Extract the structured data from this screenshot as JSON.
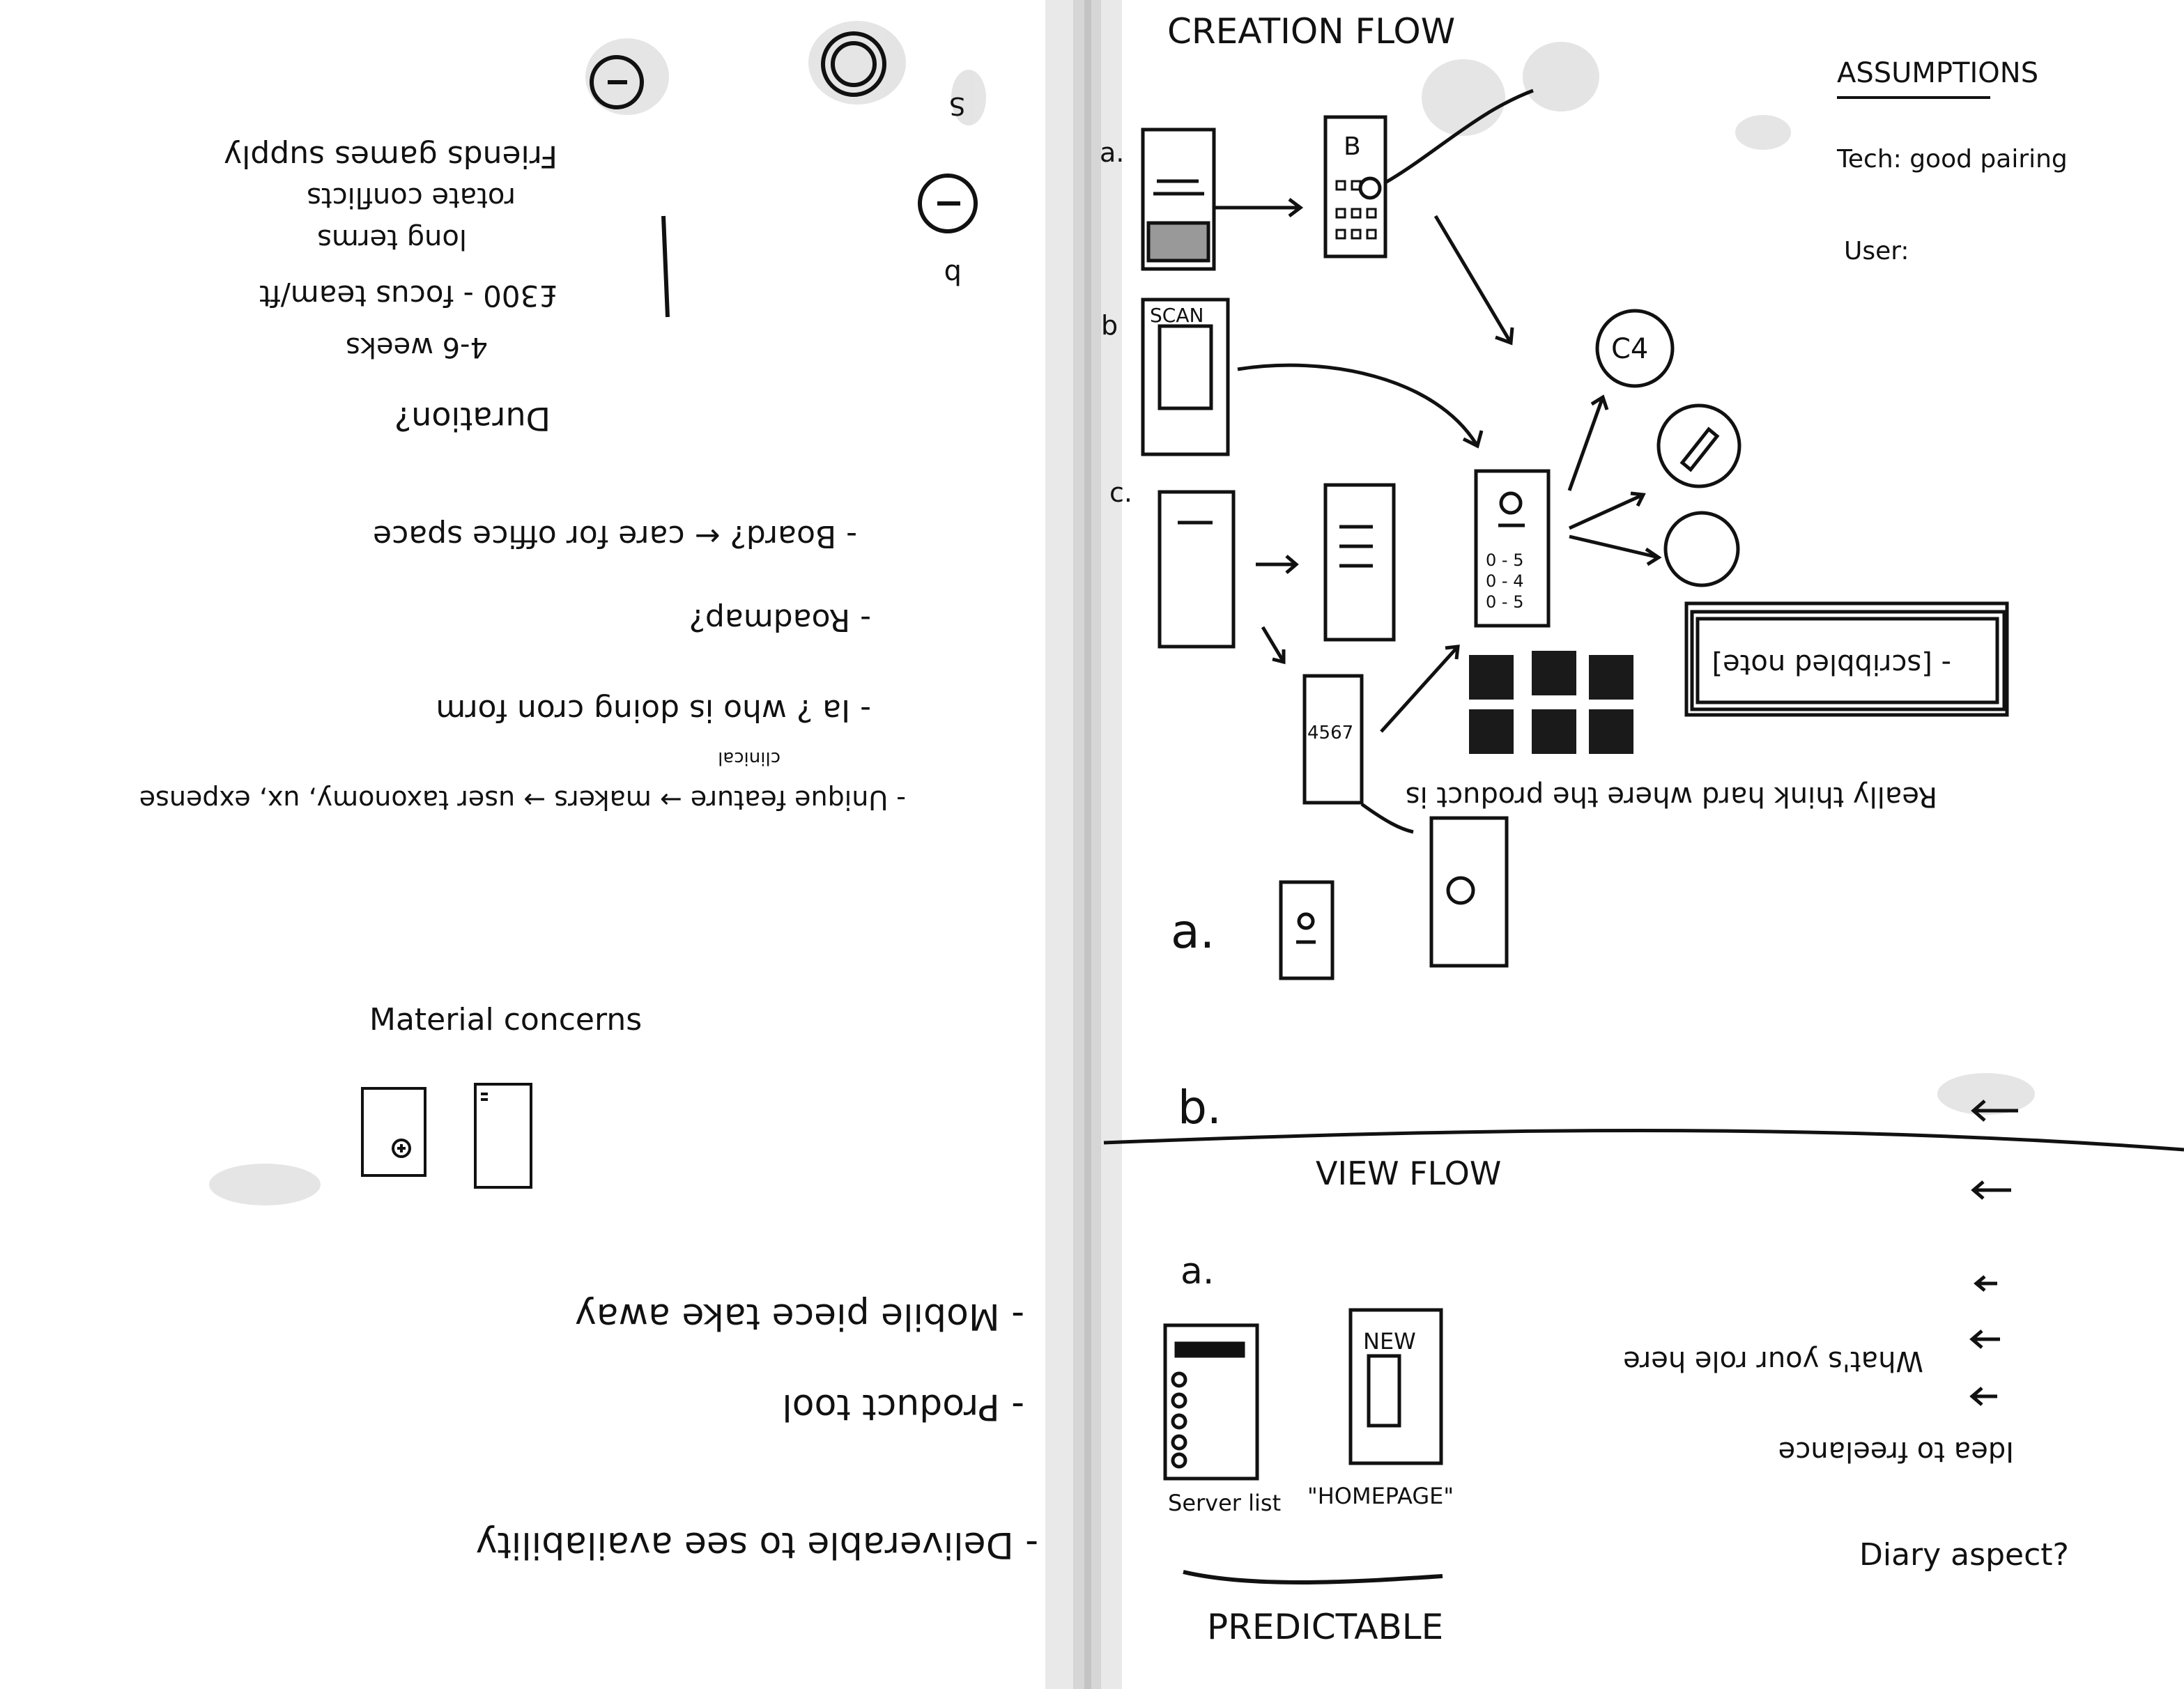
{
  "right_page": {
    "creation_title": "CREATION FLOW",
    "assumptions_title": "ASSUMPTIONS",
    "assumption_tech": "Tech: good pairing",
    "assumption_user": "User:",
    "label_a1": "a.",
    "label_b1": "b",
    "label_c1": "c.",
    "screen_scan_label": "SCAN",
    "screen_b_label": "B",
    "screen_numbers": "4567",
    "list_items": [
      "0 - 5",
      "0 - 4",
      "0 - 5"
    ],
    "circle_c4": "C4",
    "letter_a": "a.",
    "letter_b": "b.",
    "note_product": "Really think hard where the product is",
    "note_boxed": "- [scribbled note]",
    "view_title": "VIEW FLOW",
    "view_label_a": "a.",
    "screen_new": "NEW",
    "caption_server": "Server list",
    "caption_home": "\"HOMEPAGE\"",
    "predictable": "PREDICTABLE",
    "note_what": "What's your role here",
    "note_idea": "Idea to freelance",
    "note_diary": "Diary aspect?"
  },
  "left_page": {
    "lines_upside_down": [
      "Friends games supply",
      "rotate conflicts",
      "long terms",
      "£300 - focus team/ft",
      "4-6 weeks",
      "Duration?",
      "- Board? ← care for office space",
      "- Roadmap?",
      "- Ia ? who is doing cron form",
      "- Unique feature → makers → user taxonomy, ux, expense"
    ],
    "upside_small": "clinical",
    "material_label": "Material concerns",
    "lines_upside_bottom": [
      "- Mobile piece take away",
      "- Product tool",
      "- Deliverable to see availability"
    ]
  }
}
